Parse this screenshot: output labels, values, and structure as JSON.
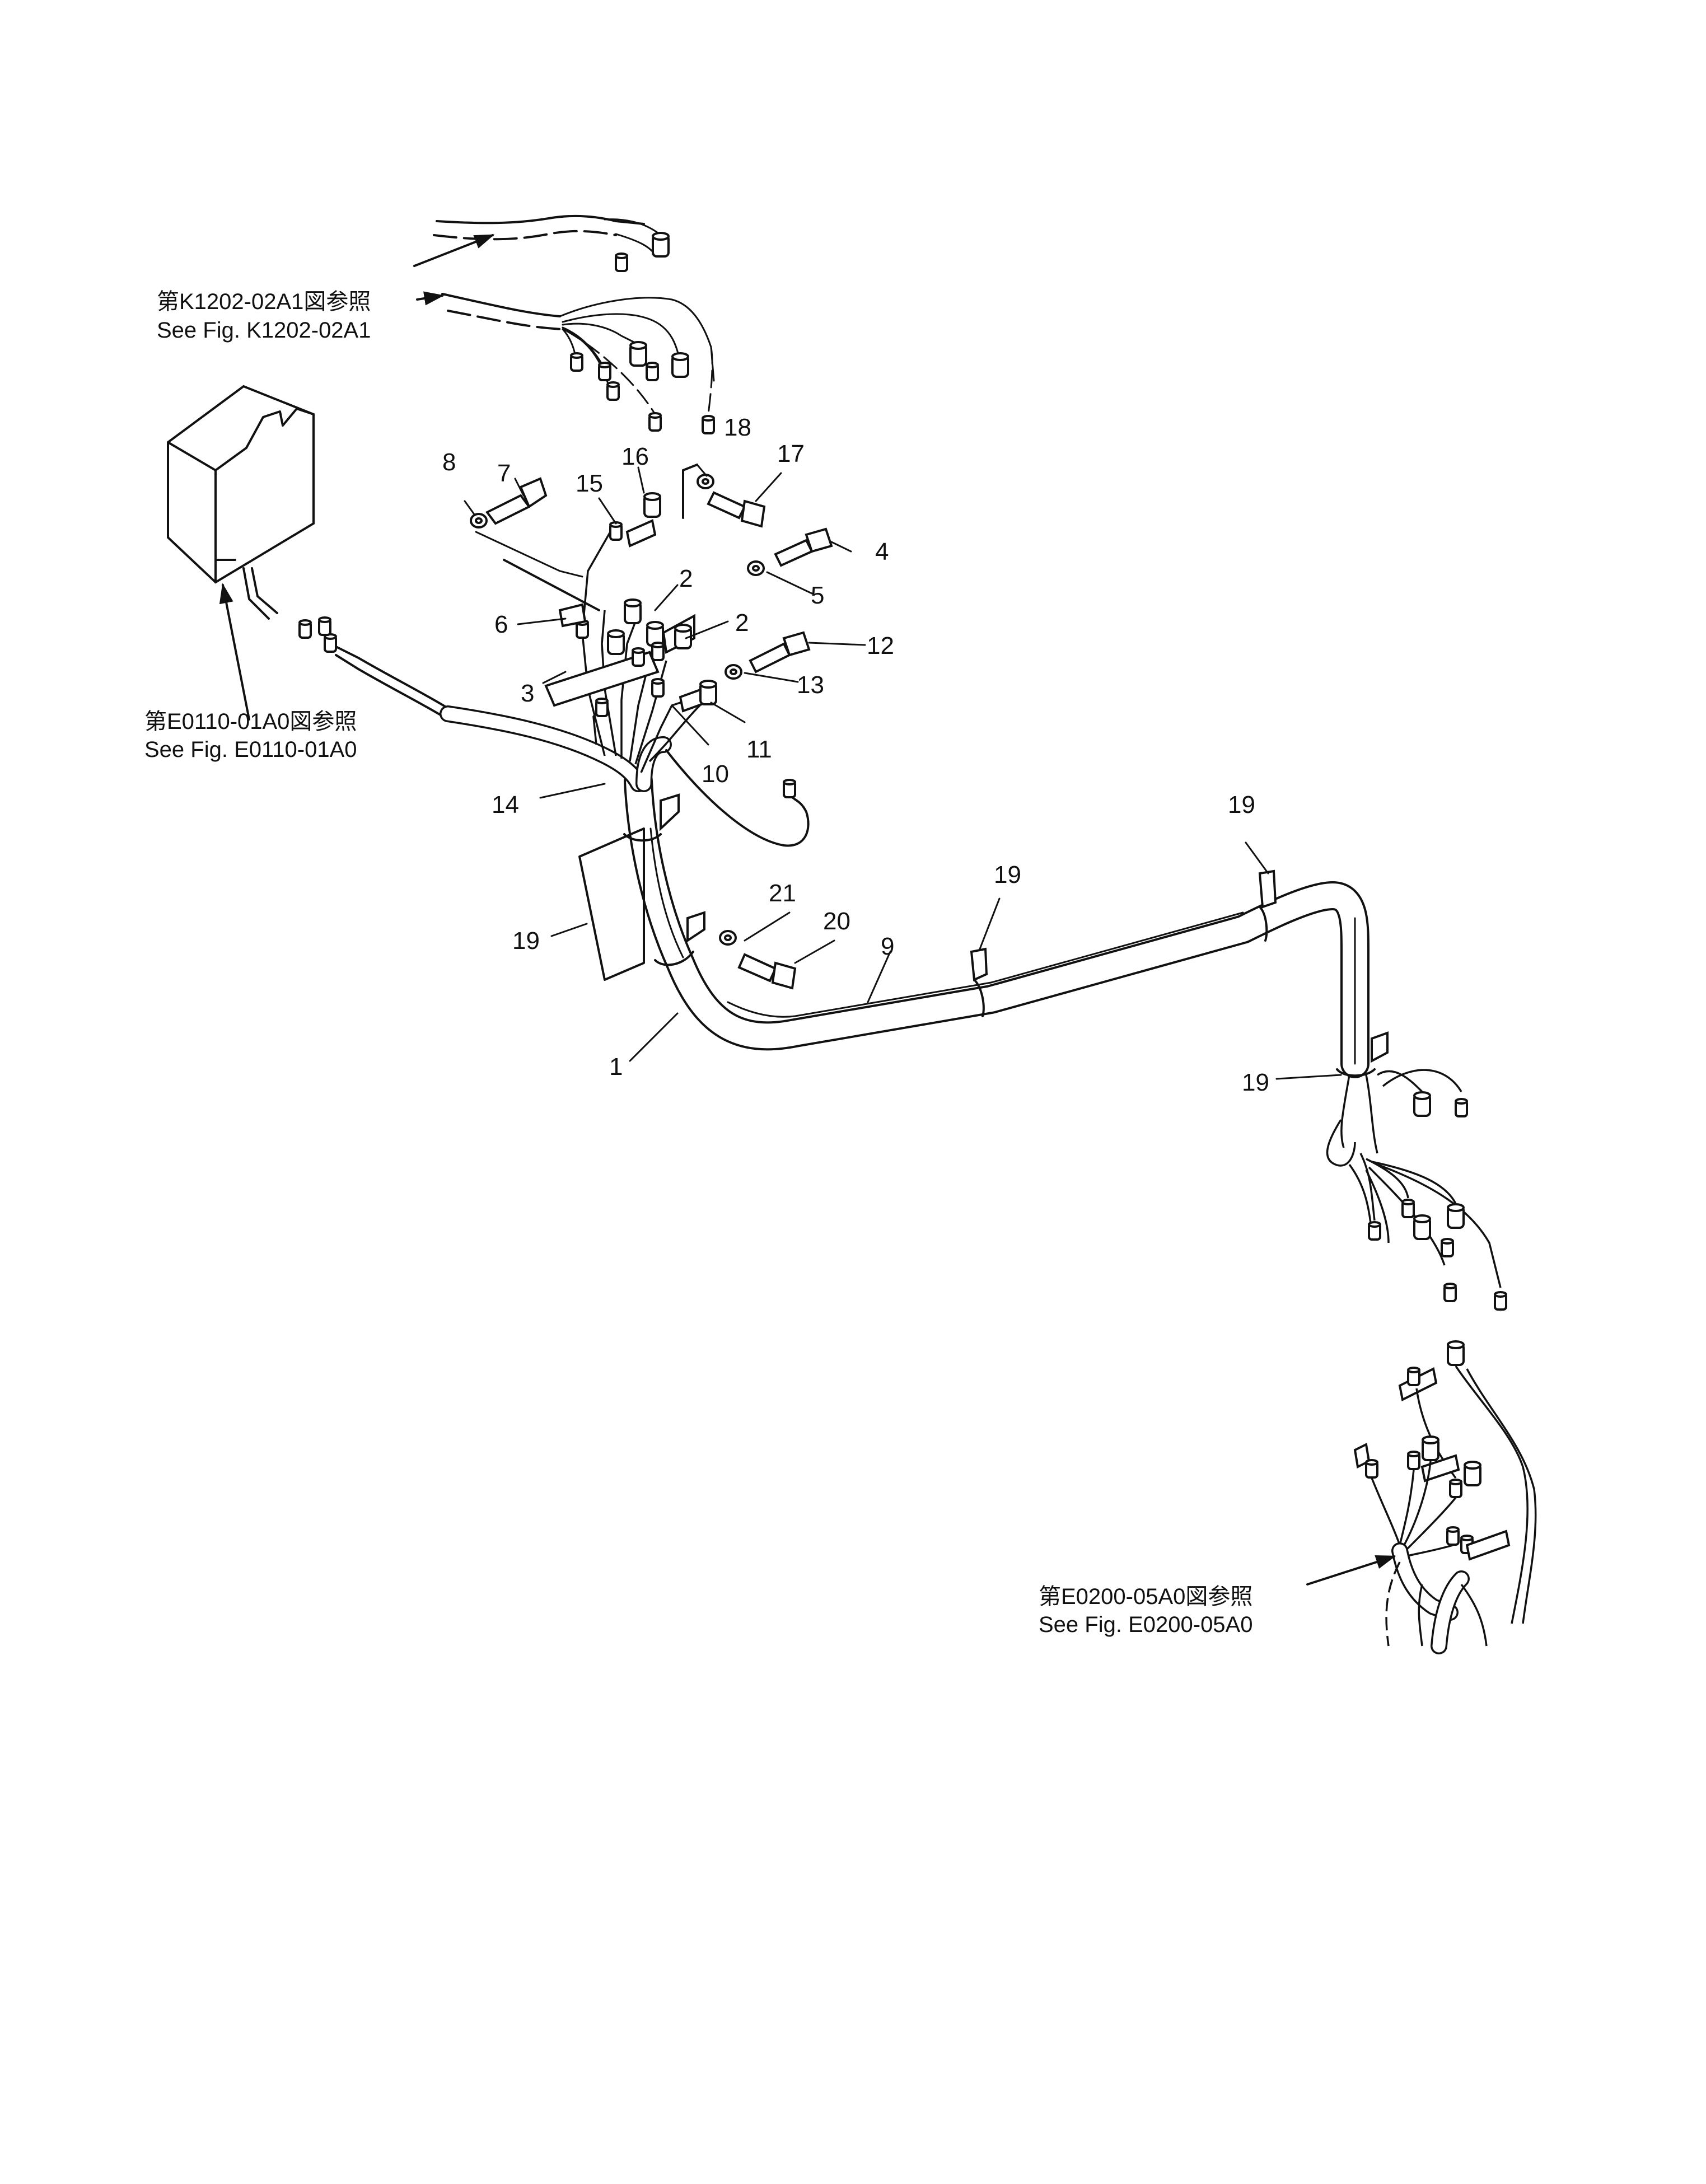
{
  "references": [
    {
      "jp": "第K1202-02A1図参照",
      "en": "See  Fig. K1202-02A1"
    },
    {
      "jp": "第E0110-01A0図参照",
      "en": "See  Fig. E0110-01A0"
    },
    {
      "jp": "第E0200-05A0図参照",
      "en": "See  Fig. E0200-05A0"
    }
  ],
  "part_numbers": {
    "p1": "1",
    "p2a": "2",
    "p2b": "2",
    "p3": "3",
    "p4": "4",
    "p5": "5",
    "p6": "6",
    "p7": "7",
    "p8": "8",
    "p9": "9",
    "p10": "10",
    "p11": "11",
    "p12": "12",
    "p13": "13",
    "p14": "14",
    "p15": "15",
    "p16": "16",
    "p17": "17",
    "p18": "18",
    "p19a": "19",
    "p19b": "19",
    "p19c": "19",
    "p19d": "19",
    "p20": "20",
    "p21": "21"
  }
}
